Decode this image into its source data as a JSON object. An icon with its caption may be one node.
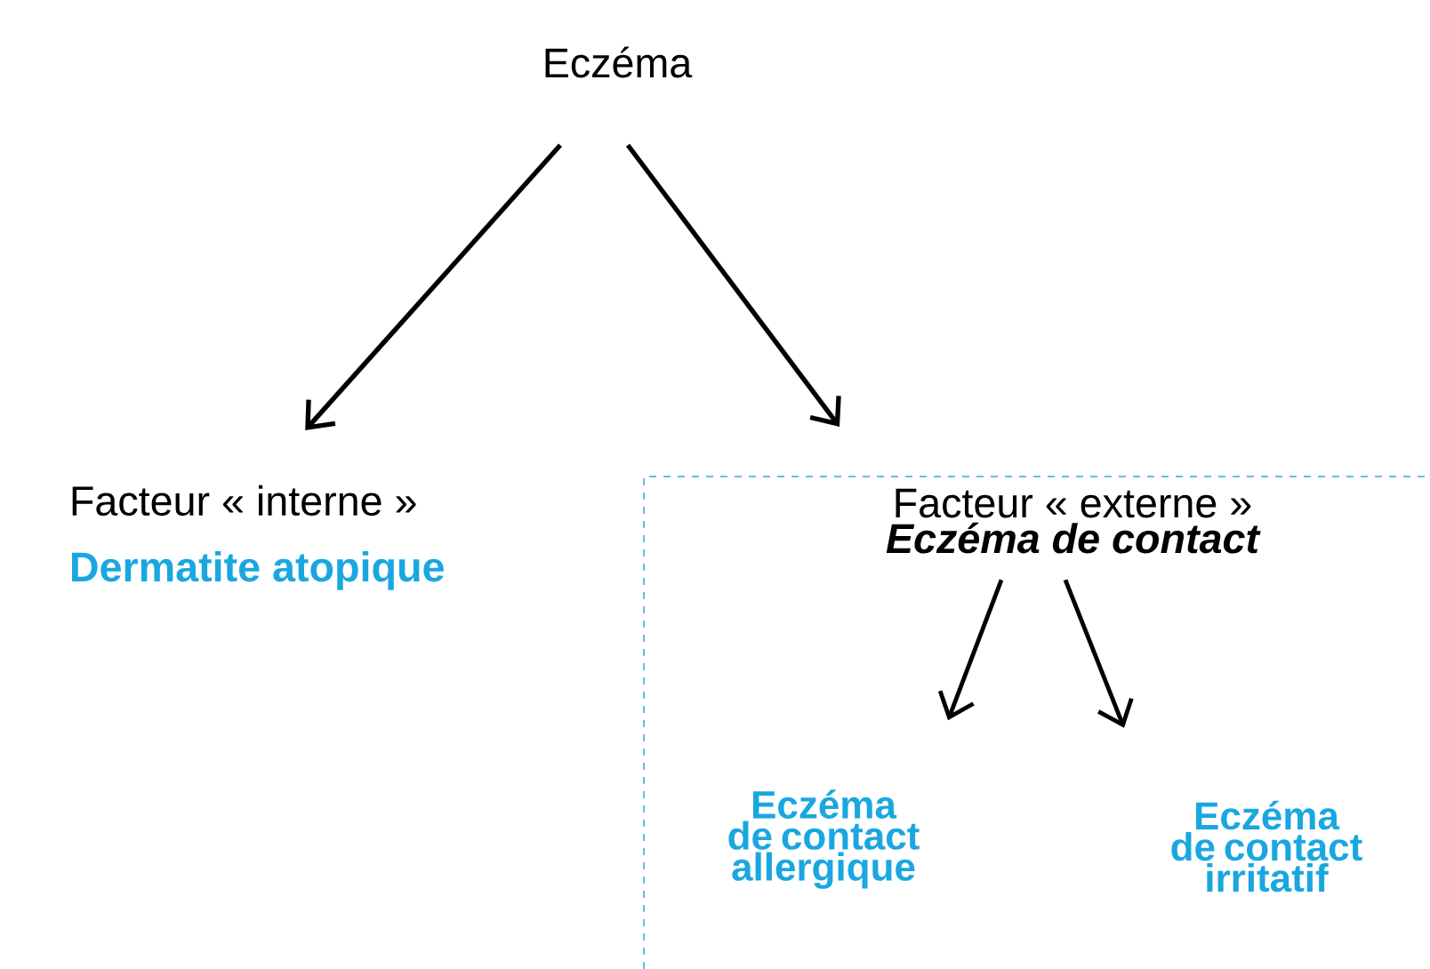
{
  "diagram": {
    "nodes": [
      {
        "text": [
          "Eczéma"
        ]
      },
      {
        "text": [
          "Facteur « interne »",
          "Dermatite atopique"
        ]
      },
      {
        "text": [
          "Facteur « externe »",
          "Eczéma de contact"
        ]
      },
      {
        "text": [
          "Eczéma de contact allergique"
        ],
        "in": 2
      },
      {
        "text": [
          "Eczéma de contact irritatif"
        ],
        "in": 2
      }
    ],
    "edges": [
      {
        "from": 0,
        "to": 1,
        "arrow": "to"
      },
      {
        "from": 0,
        "to": 2,
        "arrow": "to"
      },
      {
        "from": 2,
        "to": 3,
        "arrow": "to"
      },
      {
        "from": 2,
        "to": 4,
        "arrow": "to"
      }
    ]
  }
}
